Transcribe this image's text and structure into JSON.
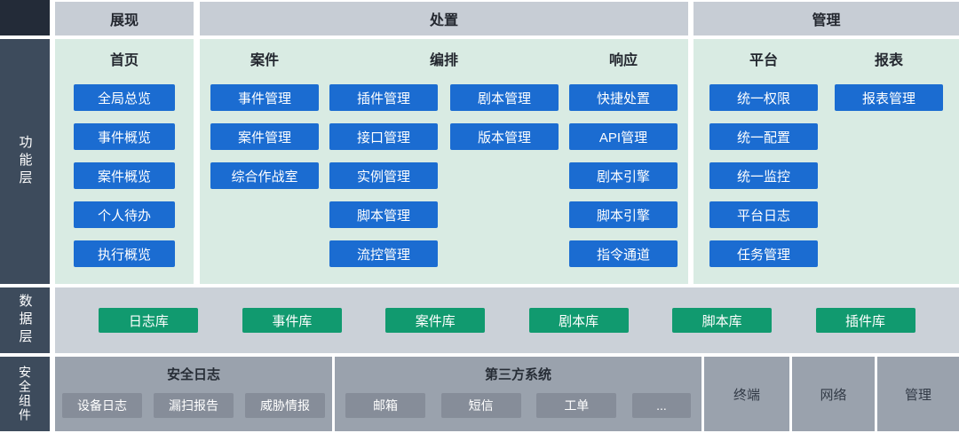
{
  "sidebar": {
    "functional_layer": "功能层",
    "data_layer": "数据层",
    "security_components": "安全组件"
  },
  "headers": {
    "presentation": "展现",
    "disposal": "处置",
    "management": "管理"
  },
  "functional": {
    "home": {
      "title": "首页",
      "items": [
        "全局总览",
        "事件概览",
        "案件概览",
        "个人待办",
        "执行概览"
      ]
    },
    "case": {
      "title": "案件",
      "items": [
        "事件管理",
        "案件管理",
        "综合作战室"
      ]
    },
    "orchestration": {
      "title": "编排",
      "col1": [
        "插件管理",
        "接口管理",
        "实例管理",
        "脚本管理",
        "流控管理"
      ],
      "col2": [
        "剧本管理",
        "版本管理"
      ]
    },
    "response": {
      "title": "响应",
      "items": [
        "快捷处置",
        "API管理",
        "剧本引擎",
        "脚本引擎",
        "指令通道"
      ]
    },
    "platform": {
      "title": "平台",
      "items": [
        "统一权限",
        "统一配置",
        "统一监控",
        "平台日志",
        "任务管理"
      ]
    },
    "report": {
      "title": "报表",
      "items": [
        "报表管理"
      ]
    }
  },
  "data_layer": {
    "items": [
      "日志库",
      "事件库",
      "案件库",
      "剧本库",
      "脚本库",
      "插件库"
    ]
  },
  "security": {
    "security_log": {
      "title": "安全日志",
      "items": [
        "设备日志",
        "漏扫报告",
        "威胁情报"
      ]
    },
    "third_party": {
      "title": "第三方系统",
      "items": [
        "邮箱",
        "短信",
        "工单",
        "..."
      ]
    },
    "cells": [
      "终端",
      "网络",
      "管理"
    ]
  },
  "colors": {
    "sidebar_bg": "#3d4b5c",
    "corner_bg": "#232b38",
    "header_bg": "#c7cdd5",
    "panel_bg": "#d9ebe3",
    "blue_button": "#1b6cd1",
    "green_button": "#119a6f",
    "data_row_bg": "#cbd1d8",
    "security_bg": "#9aa2ad",
    "security_button": "#868d99"
  }
}
